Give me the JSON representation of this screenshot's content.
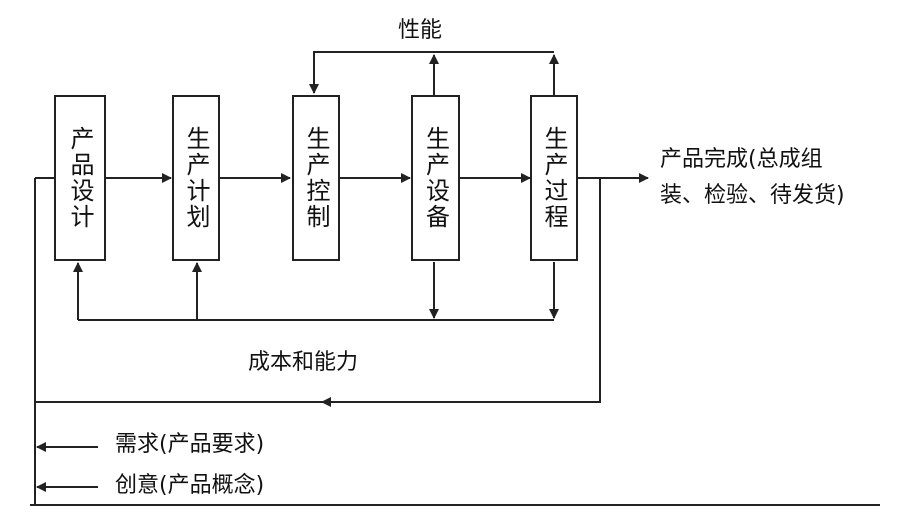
{
  "stages": [
    {
      "id": "design",
      "label": "产品设计"
    },
    {
      "id": "planning",
      "label": "生产计划"
    },
    {
      "id": "control",
      "label": "生产控制"
    },
    {
      "id": "equipment",
      "label": "生产设备"
    },
    {
      "id": "process",
      "label": "生产过程"
    }
  ],
  "labels": {
    "performance": "性能",
    "cost_capacity": "成本和能力",
    "output_line1": "产品完成(总成组",
    "output_line2": "装、检验、待发货)",
    "demand": "需求(产品要求)",
    "idea": "创意(产品概念)"
  },
  "colors": {
    "line": "#222222",
    "background": "#ffffff"
  }
}
